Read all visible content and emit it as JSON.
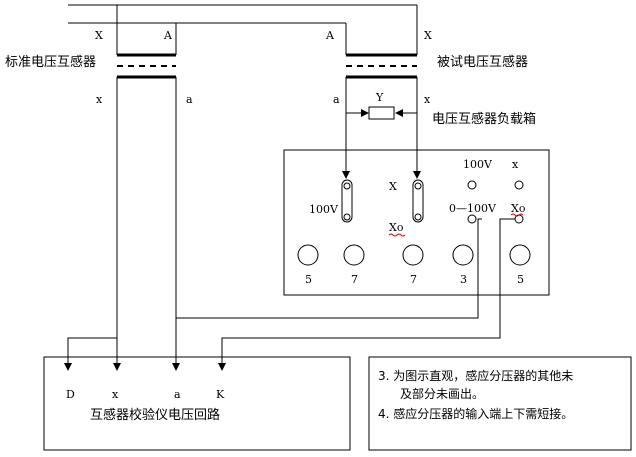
{
  "std_transformer": {
    "title": "标准电压互感器",
    "X": "X",
    "A": "A",
    "x": "x",
    "a": "a"
  },
  "test_transformer": {
    "title": "被试电压互感器",
    "A": "A",
    "X": "X",
    "a": "a",
    "x": "x"
  },
  "burden_box": {
    "title": "电压互感器负载箱",
    "label": "Y"
  },
  "divider_box": {
    "label_100v_left": "100V",
    "label_X": "X",
    "label_Xo_left": "Xo",
    "label_100v_right": "100V",
    "label_x_right": "x",
    "label_0_100v": "0—100V",
    "label_Xo_right": "Xo",
    "knob_labels": [
      "5",
      "7",
      "7",
      "3",
      "5"
    ]
  },
  "calibrator": {
    "title": "互感器校验仪电压回路",
    "terminals": [
      "D",
      "x",
      "a",
      "K"
    ]
  },
  "notes": {
    "line1": "3.  为图示直观，感应分压器的其他未",
    "line2": "及部分未画出。",
    "line3": "4.  感应分压器的输入端上下需短接。"
  }
}
